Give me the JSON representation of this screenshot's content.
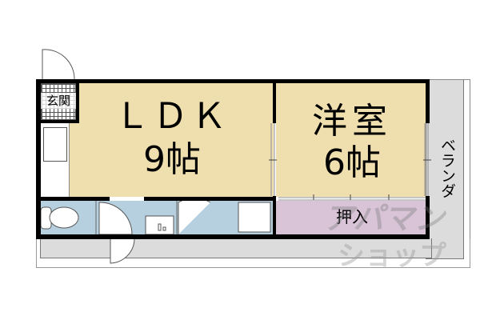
{
  "floorplan": {
    "rooms": {
      "ldk": {
        "name": "ＬＤＫ",
        "size": "9帖"
      },
      "western": {
        "name": "洋室",
        "size": "6帖"
      },
      "entrance": {
        "name": "玄関"
      },
      "closet": {
        "name": "押入"
      },
      "veranda": {
        "name": "ベランダ"
      }
    },
    "watermark": {
      "line1": "アパマン",
      "line2": "ショップ"
    },
    "colors": {
      "room_fill": "#efdfaf",
      "wet_area_fill": "#b7d0df",
      "closet_fill": "#d8c3d7",
      "veranda_fill": "#dcdcdc",
      "wall": "#000000"
    }
  }
}
